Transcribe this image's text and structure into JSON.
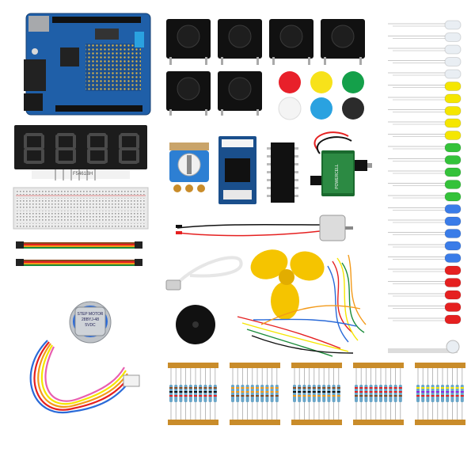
{
  "labels": {
    "display_part": "F5461BH",
    "stepper_line1": "STEP MOTOR",
    "stepper_line2": "28BYJ-48",
    "stepper_line3": "5VDC",
    "battery_brand": "POWERCELL"
  },
  "colors": {
    "board_blue": "#1f5fa8",
    "breadboard": "#e8e8e8",
    "fan_yellow": "#f5c400",
    "button_red": "#e8202a",
    "button_yellow": "#f7e21a",
    "button_green": "#14a04a",
    "button_white": "#f4f4f4",
    "button_blue": "#2aa2e0",
    "button_black": "#2b2b2b",
    "led_clear": "#e9eef3",
    "led_yellow": "#f5e600",
    "led_green": "#34c23a",
    "led_blue": "#3a7ce8",
    "led_red": "#e52020",
    "battery_green": "#1a6a2e",
    "resistor_tape": "#c98c2a"
  },
  "counts": {
    "tact_switches": 6,
    "leds_clear": 5,
    "leds_yellow": 5,
    "leds_green": 5,
    "leds_blue": 5,
    "leds_red": 5,
    "resistor_strips": 5
  }
}
